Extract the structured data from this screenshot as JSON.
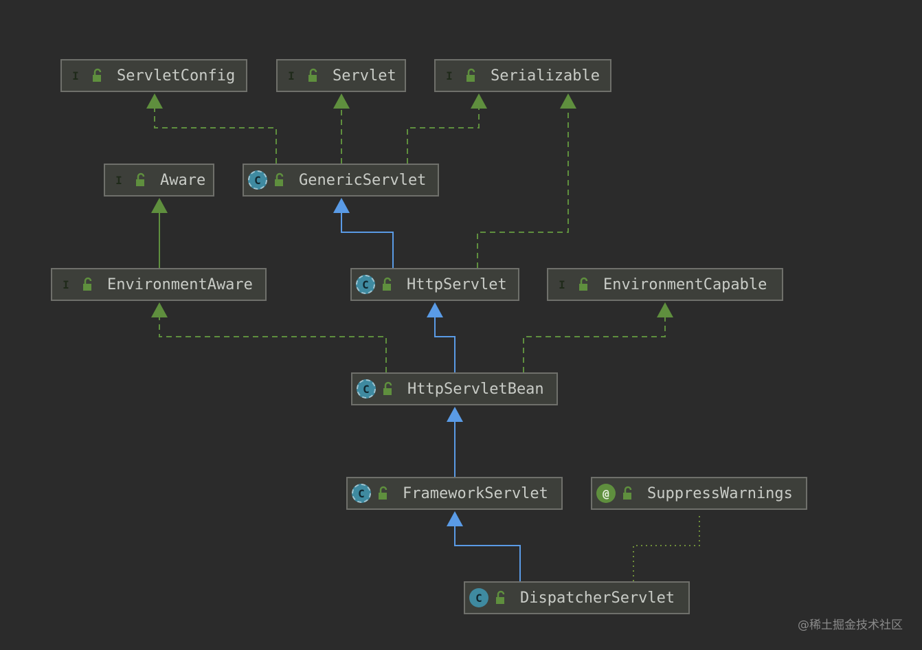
{
  "nodes": {
    "servletconfig": {
      "kind": "interface",
      "badge": "I",
      "label": "ServletConfig"
    },
    "servlet": {
      "kind": "interface",
      "badge": "I",
      "label": "Servlet"
    },
    "serializable": {
      "kind": "interface",
      "badge": "I",
      "label": "Serializable"
    },
    "aware": {
      "kind": "interface",
      "badge": "I",
      "label": "Aware"
    },
    "genericservlet": {
      "kind": "abstract",
      "badge": "C",
      "label": "GenericServlet"
    },
    "environmentaware": {
      "kind": "interface",
      "badge": "I",
      "label": "EnvironmentAware"
    },
    "httpservlet": {
      "kind": "abstract",
      "badge": "C",
      "label": "HttpServlet"
    },
    "environmentcapable": {
      "kind": "interface",
      "badge": "I",
      "label": "EnvironmentCapable"
    },
    "httpservletbean": {
      "kind": "abstract",
      "badge": "C",
      "label": "HttpServletBean"
    },
    "frameworkservlet": {
      "kind": "abstract",
      "badge": "C",
      "label": "FrameworkServlet"
    },
    "suppresswarnings": {
      "kind": "annotation",
      "badge": "@",
      "label": "SuppressWarnings"
    },
    "dispatcherservlet": {
      "kind": "class",
      "badge": "C",
      "label": "DispatcherServlet"
    }
  },
  "edges": [
    {
      "from": "genericservlet",
      "to": "servletconfig",
      "type": "implements"
    },
    {
      "from": "genericservlet",
      "to": "servlet",
      "type": "implements"
    },
    {
      "from": "genericservlet",
      "to": "serializable",
      "type": "implements"
    },
    {
      "from": "environmentaware",
      "to": "aware",
      "type": "extends-interface"
    },
    {
      "from": "httpservlet",
      "to": "genericservlet",
      "type": "extends"
    },
    {
      "from": "httpservlet",
      "to": "serializable",
      "type": "implements"
    },
    {
      "from": "httpservletbean",
      "to": "environmentaware",
      "type": "implements"
    },
    {
      "from": "httpservletbean",
      "to": "httpservlet",
      "type": "extends"
    },
    {
      "from": "httpservletbean",
      "to": "environmentcapable",
      "type": "implements"
    },
    {
      "from": "frameworkservlet",
      "to": "httpservletbean",
      "type": "extends"
    },
    {
      "from": "dispatcherservlet",
      "to": "frameworkservlet",
      "type": "extends"
    },
    {
      "from": "dispatcherservlet",
      "to": "suppresswarnings",
      "type": "annotated"
    }
  ],
  "colors": {
    "interface_edge": "#5f8f3e",
    "class_edge": "#5a9be6",
    "annotation_edge": "#6f8f3a"
  },
  "watermark": "@稀土掘金技术社区"
}
